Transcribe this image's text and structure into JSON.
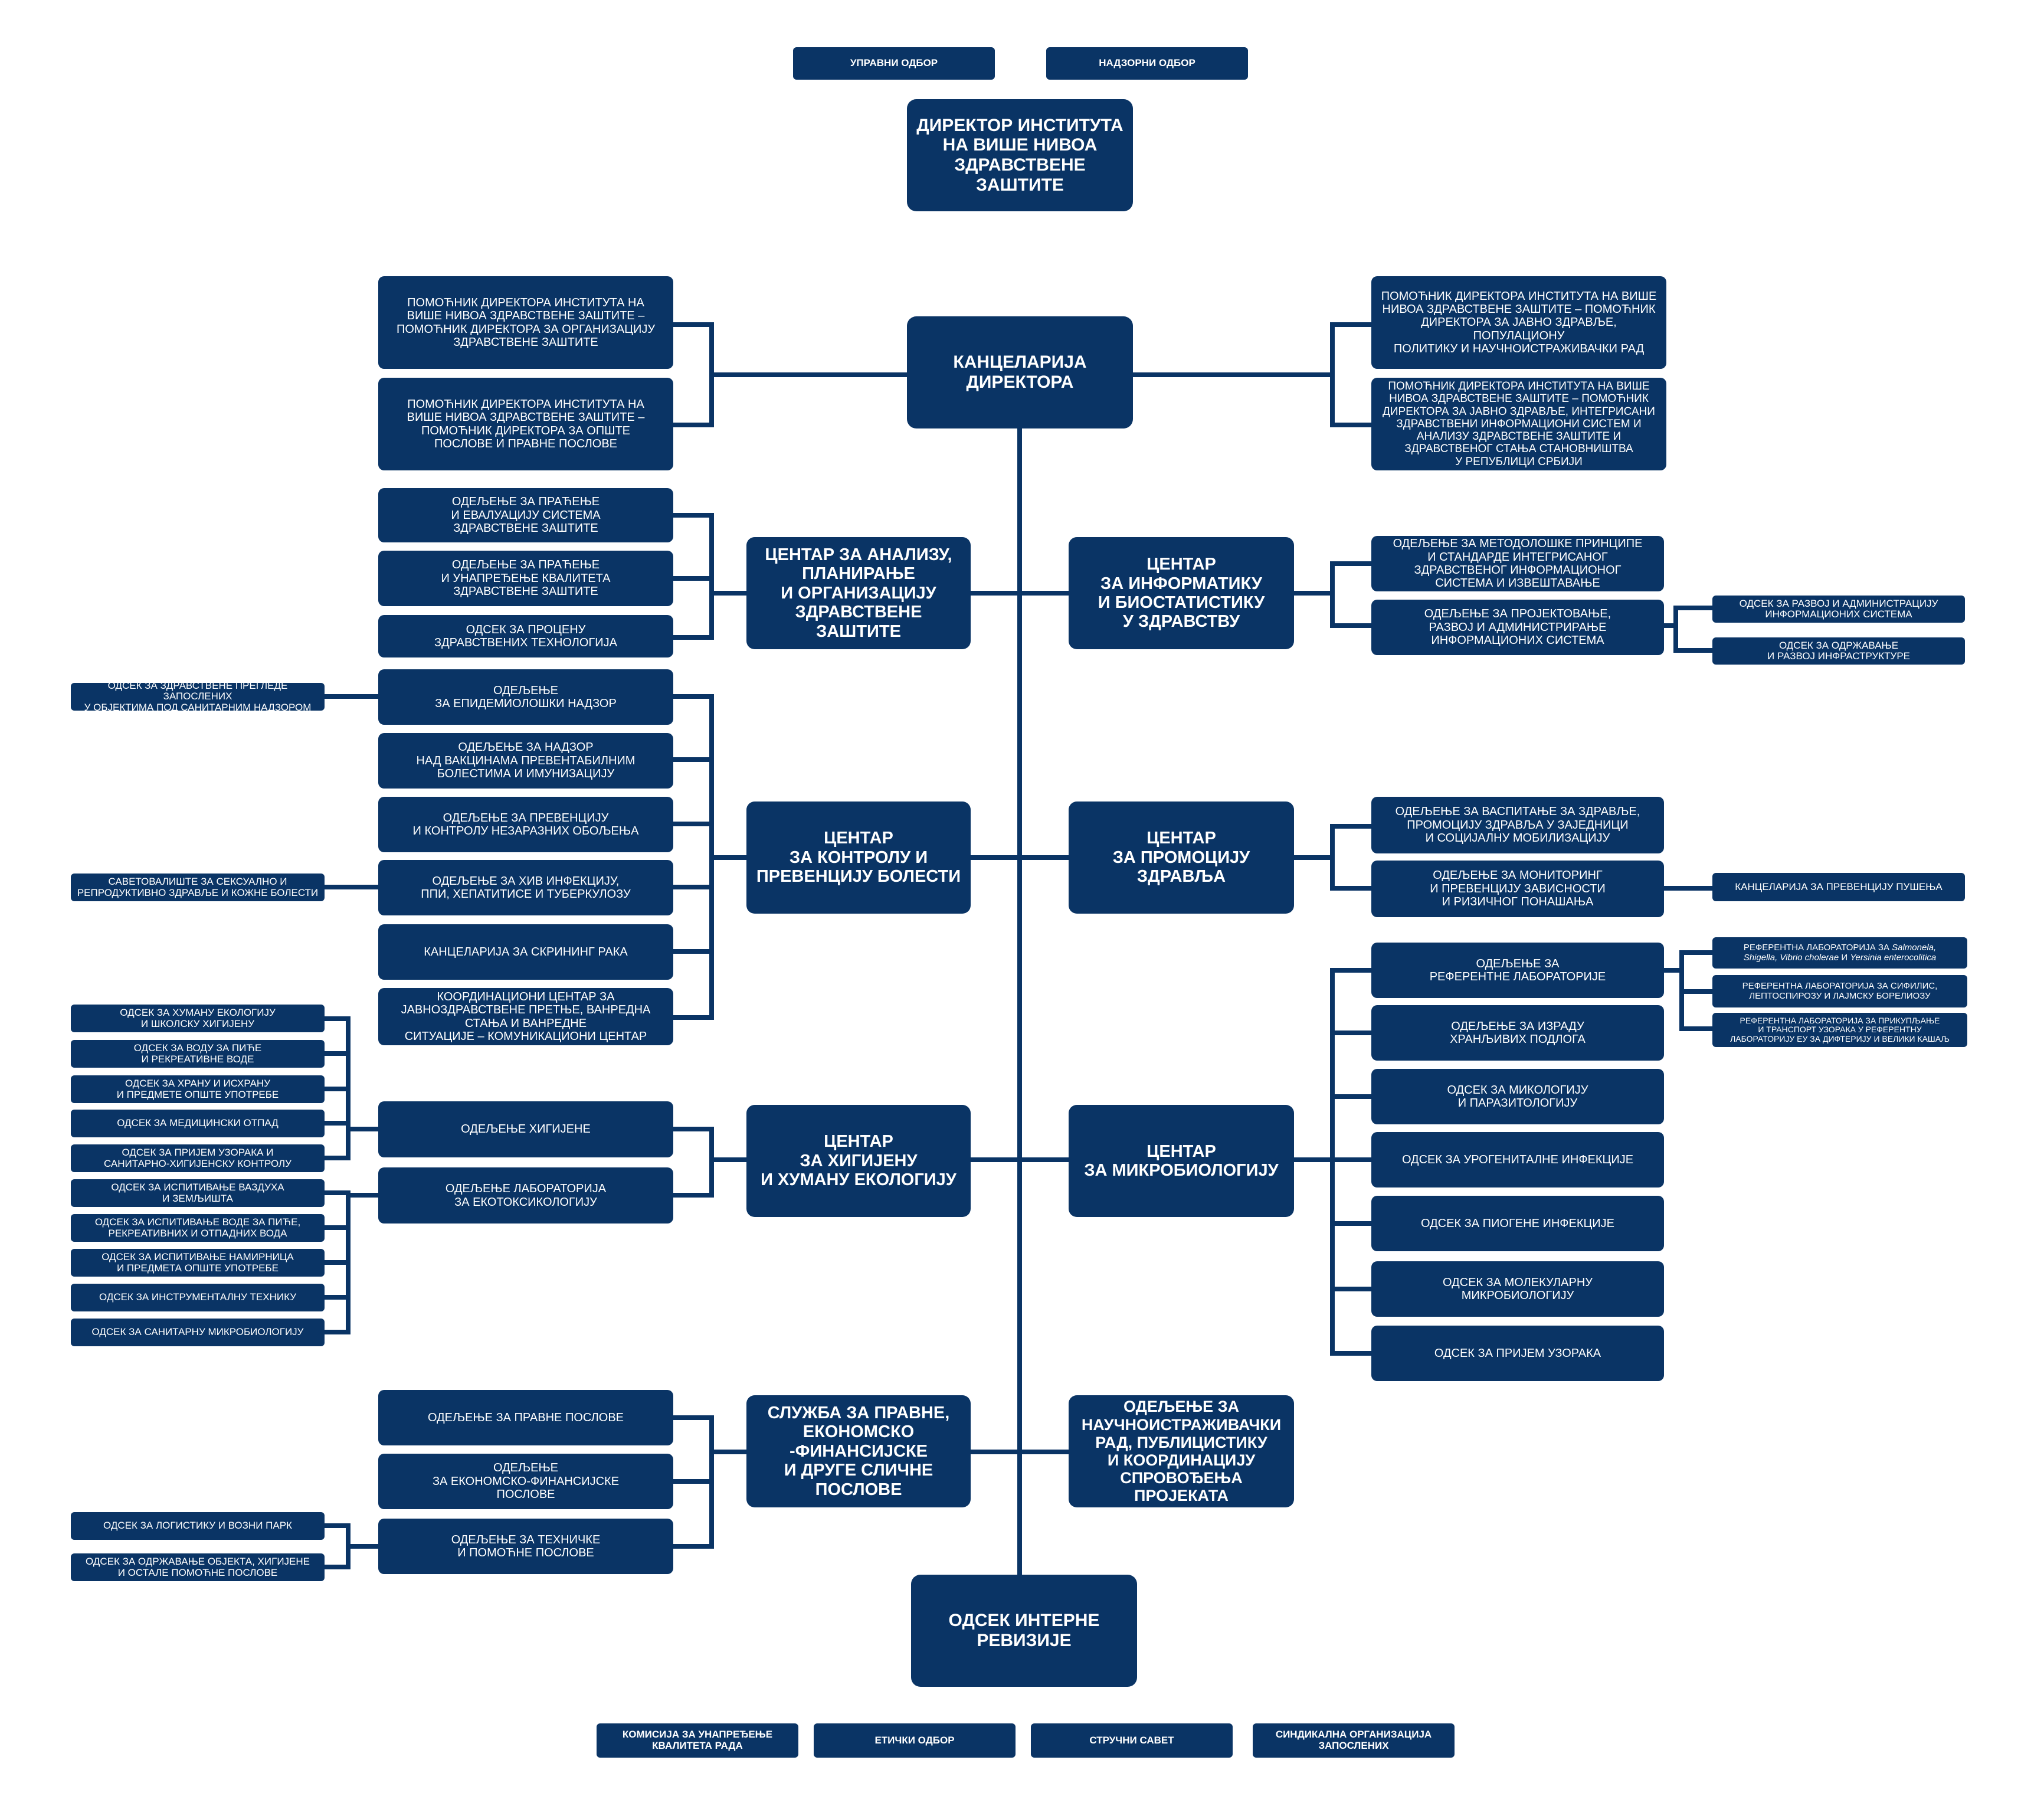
{
  "colors": {
    "box": "#0a3465",
    "text": "#ffffff",
    "line": "#0a3465",
    "background": "#ffffff"
  },
  "top": {
    "board_management": "УПРАВНИ ОДБОР",
    "board_supervisory": "НАДЗОРНИ ОДБОР",
    "director": "ДИРЕКТОР ИНСТИТУТА\nНА ВИШЕ НИВОА\nЗДРАВСТВЕНЕ\nЗАШТИТЕ"
  },
  "office": {
    "title": "КАНЦЕЛАРИЈА\nДИРЕКТОРА",
    "left": [
      "ПОМОЋНИК ДИРЕКТОРА ИНСТИТУТА НА\nВИШЕ НИВОА ЗДРАВСТВЕНЕ ЗАШТИТЕ –\nПОМОЋНИК ДИРЕКТОРА ЗА ОРГАНИЗАЦИЈУ\nЗДРАВСТВЕНЕ ЗАШТИТЕ",
      "ПОМОЋНИК ДИРЕКТОРА ИНСТИТУТА НА\nВИШЕ НИВОА ЗДРАВСТВЕНЕ ЗАШТИТЕ –\nПОМОЋНИК ДИРЕКТОРА ЗА ОПШТЕ\nПОСЛОВЕ И ПРАВНЕ ПОСЛОВЕ"
    ],
    "right": [
      "ПОМОЋНИК ДИРЕКТОРА ИНСТИТУТА НА ВИШЕ\nНИВОА ЗДРАВСТВЕНЕ ЗАШТИТЕ – ПОМОЋНИК\nДИРЕКТОРА ЗА ЈАВНО ЗДРАВЉЕ, ПОПУЛАЦИОНУ\nПОЛИТИКУ И НАУЧНОИСТРАЖИВАЧКИ РАД",
      "ПОМОЋНИК ДИРЕКТОРА ИНСТИТУТА НА ВИШЕ\nНИВОА ЗДРАВСТВЕНЕ ЗАШТИТЕ – ПОМОЋНИК\nДИРЕКТОРА ЗА ЈАВНО ЗДРАВЉЕ, ИНТЕГРИСАНИ\nЗДРАВСТВЕНИ ИНФОРМАЦИОНИ СИСТЕМ И\nАНАЛИЗУ ЗДРАВСТВЕНЕ ЗАШТИТЕ И\nЗДРАВСТВЕНОГ СТАЊА СТАНОВНИШТВА\nУ РЕПУБЛИЦИ СРБИЈИ"
    ]
  },
  "analysis": {
    "title": "ЦЕНТАР ЗА АНАЛИЗУ,\nПЛАНИРАЊЕ\nИ ОРГАНИЗАЦИЈУ\nЗДРАВСТВЕНЕ ЗАШТИТЕ",
    "units": [
      "ОДЕЉЕЊЕ ЗА ПРАЋЕЊЕ\nИ ЕВАЛУАЦИЈУ СИСТЕМА\nЗДРАВСТВЕНЕ ЗАШТИТЕ",
      "ОДЕЉЕЊЕ ЗА ПРАЋЕЊЕ\nИ УНАПРЕЂЕЊЕ КВАЛИТЕТА\nЗДРАВСТВЕНЕ ЗАШТИТЕ",
      "ОДСЕК ЗА ПРОЦЕНУ\nЗДРАВСТВЕНИХ ТЕХНОЛОГИЈА"
    ]
  },
  "informatics": {
    "title": "ЦЕНТАР\nЗА ИНФОРМАТИКУ\nИ БИОСТАТИСТИКУ\nУ ЗДРАВСТВУ",
    "units": [
      "ОДЕЉЕЊЕ ЗА МЕТОДОЛОШКЕ ПРИНЦИПЕ\nИ СТАНДАРДЕ ИНТЕГРИСАНОГ\nЗДРАВСТВЕНОГ ИНФОРМАЦИОНОГ\nСИСТЕМА И ИЗВЕШТАВАЊЕ",
      "ОДЕЉЕЊЕ ЗА ПРОЈЕКТОВАЊЕ,\nРАЗВОЈ И АДМИНИСТРИРАЊЕ\nИНФОРМАЦИОНИХ СИСТЕМА"
    ],
    "sub": [
      "ОДСЕК ЗА РАЗВОЈ И АДМИНИСТРАЦИЈУ\nИНФОРМАЦИОНИХ СИСТЕМА",
      "ОДСЕК ЗА ОДРЖАВАЊЕ\nИ РАЗВОЈ ИНФРАСТРУКТУРЕ"
    ]
  },
  "disease": {
    "title": "ЦЕНТАР\nЗА КОНТРОЛУ И\nПРЕВЕНЦИЈУ БОЛЕСТИ",
    "units": [
      "ОДЕЉЕЊЕ\nЗА ЕПИДЕМИОЛОШКИ НАДЗОР",
      "ОДЕЉЕЊЕ ЗА НАДЗОР\nНАД ВАКЦИНАМА ПРЕВЕНТАБИЛНИМ\nБОЛЕСТИМА И ИМУНИЗАЦИЈУ",
      "ОДЕЉЕЊЕ ЗА ПРЕВЕНЦИЈУ\nИ КОНТРОЛУ НЕЗАРАЗНИХ ОБОЉЕЊА",
      "ОДЕЉЕЊЕ ЗА ХИВ ИНФЕКЦИЈУ,\nППИ, ХЕПАТИТИСЕ И ТУБЕРКУЛОЗУ",
      "КАНЦЕЛАРИЈА ЗА СКРИНИНГ РАКА",
      "КООРДИНАЦИОНИ ЦЕНТАР ЗА\nЈАВНОЗДРАВСТВЕНЕ ПРЕТЊЕ, ВАНРЕДНА\nСТАЊА И ВАНРЕДНЕ\nСИТУАЦИЈЕ – КОМУНИКАЦИОНИ ЦЕНТАР"
    ],
    "sub_epi": "ОДСЕК ЗА ЗДРАВСТВЕНЕ ПРЕГЛЕДЕ ЗАПОСЛЕНИХ\nУ ОБЈЕКТИМА ПОД САНИТАРНИМ НАДЗОРОМ",
    "sub_hiv": "САВЕТОВАЛИШТЕ ЗА СЕКСУАЛНО И\nРЕПРОДУКТИВНО ЗДРАВЉЕ И КОЖНЕ БОЛЕСТИ"
  },
  "promotion": {
    "title": "ЦЕНТАР\nЗА ПРОМОЦИЈУ\nЗДРАВЉА",
    "units": [
      "ОДЕЉЕЊЕ ЗА ВАСПИТАЊЕ ЗА ЗДРАВЉЕ,\nПРОМОЦИЈУ ЗДРАВЉА У ЗАЈЕДНИЦИ\nИ СОЦИЈАЛНУ МОБИЛИЗАЦИЈУ",
      "ОДЕЉЕЊЕ ЗА МОНИТОРИНГ\nИ ПРЕВЕНЦИЈУ ЗАВИСНОСТИ\nИ РИЗИЧНОГ ПОНАШАЊА"
    ],
    "sub": "КАНЦЕЛАРИЈА ЗА ПРЕВЕНЦИЈУ ПУШЕЊА"
  },
  "hygiene": {
    "title": "ЦЕНТАР\nЗА ХИГИЈЕНУ\nИ ХУМАНУ ЕКОЛОГИЈУ",
    "units": [
      "ОДЕЉЕЊЕ ХИГИЈЕНЕ",
      "ОДЕЉЕЊЕ ЛАБОРАТОРИЈА\nЗА ЕКОТОКСИКОЛОГИЈУ"
    ],
    "sub_hygiene": [
      "ОДСЕК ЗА ХУМАНУ ЕКОЛОГИЈУ\nИ ШКОЛСКУ ХИГИЈЕНУ",
      "ОДСЕК ЗА ВОДУ ЗА ПИЋЕ\nИ РЕКРЕАТИВНЕ ВОДЕ",
      "ОДСЕК ЗА ХРАНУ И ИСХРАНУ\nИ ПРЕДМЕТЕ ОПШТЕ УПОТРЕБЕ",
      "ОДСЕК ЗА МЕДИЦИНСКИ ОТПАД",
      "ОДСЕК ЗА ПРИЈЕМ УЗОРАКА И\nСАНИТАРНО-ХИГИЈЕНСКУ КОНТРОЛУ"
    ],
    "sub_lab": [
      "ОДСЕК ЗА ИСПИТИВАЊЕ ВАЗДУХА\nИ ЗЕМЉИШТА",
      "ОДСЕК ЗА ИСПИТИВАЊЕ ВОДЕ ЗА ПИЋЕ,\nРЕКРЕАТИВНИХ И ОТПАДНИХ ВОДА",
      "ОДСЕК ЗА ИСПИТИВАЊЕ НАМИРНИЦА\nИ ПРЕДМЕТА ОПШТЕ УПОТРЕБЕ",
      "ОДСЕК ЗА ИНСТРУМЕНТАЛНУ ТЕХНИКУ",
      "ОДСЕК ЗА САНИТАРНУ МИКРОБИОЛОГИЈУ"
    ]
  },
  "microbiology": {
    "title": "ЦЕНТАР\nЗА МИКРОБИОЛОГИЈУ",
    "units": [
      "ОДЕЉЕЊЕ ЗА\nРЕФЕРЕНТНЕ ЛАБОРАТОРИЈЕ",
      "ОДЕЉЕЊЕ ЗА ИЗРАДУ\nХРАНЉИВИХ ПОДЛОГА",
      "ОДСЕК ЗА МИКОЛОГИЈУ\nИ ПАРАЗИТОЛОГИЈУ",
      "ОДСЕК ЗА УРОГЕНИТАЛНЕ ИНФЕКЦИЈЕ",
      "ОДСЕК ЗА ПИОГЕНЕ ИНФЕКЦИЈЕ",
      "ОДСЕК ЗА МОЛЕКУЛАРНУ\nМИКРОБИОЛОГИЈУ",
      "ОДСЕК ЗА ПРИЈЕМ УЗОРАКА"
    ],
    "ref1_prefix": "РЕФЕРЕНТНА ЛАБОРАТОРИЈА ЗА ",
    "ref1_org1": "Salmonela,",
    "ref1_org2": "Shigella, Vibrio cholerae",
    "ref1_and": " и ",
    "ref1_org3": "Yersinia enterocolitica",
    "ref2": "РЕФЕРЕНТНА ЛАБОРАТОРИЈА ЗА СИФИЛИС,\nЛЕПТОСПИРОЗУ И ЛАЈМСКУ БОРЕЛИОЗУ",
    "ref3": "РЕФЕРЕНТНА ЛАБОРАТОРИЈА ЗА ПРИКУПЉАЊЕ\nИ ТРАНСПОРТ УЗОРАКА У РЕФЕРЕНТНУ\nЛАБОРАТОРИЈУ ЕУ ЗА ДИФТЕРИЈУ И ВЕЛИКИ КАШАЉ"
  },
  "legal": {
    "title": "СЛУЖБА ЗА ПРАВНЕ,\nЕКОНОМСКО\n-ФИНАНСИЈСКЕ\nИ ДРУГЕ СЛИЧНЕ\nПОСЛОВЕ",
    "units": [
      "ОДЕЉЕЊЕ ЗА ПРАВНЕ ПОСЛОВЕ",
      "ОДЕЉЕЊЕ\nЗА ЕКОНОМСКО-ФИНАНСИЈСКЕ\nПОСЛОВЕ",
      "ОДЕЉЕЊЕ ЗА ТЕХНИЧКЕ\nИ ПОМОЋНЕ ПОСЛОВЕ"
    ],
    "sub": [
      "ОДСЕК ЗА ЛОГИСТИКУ И ВОЗНИ ПАРК",
      "ОДСЕК ЗА ОДРЖАВАЊЕ ОБЈЕКТА, ХИГИЈЕНЕ\nИ ОСТАЛЕ ПОМОЋНЕ ПОСЛОВЕ"
    ]
  },
  "research": {
    "title": "ОДЕЉЕЊЕ ЗА\nНАУЧНОИСТРАЖИВАЧКИ\nРАД, ПУБЛИЦИСТИКУ\nИ КООРДИНАЦИЈУ\nСПРОВОЂЕЊА ПРОЈЕКАТА"
  },
  "audit": {
    "title": "ОДСЕК ИНТЕРНЕ\nРЕВИЗИЈЕ"
  },
  "bottom": {
    "quality": "КОМИСИЈА ЗА УНАПРЕЂЕЊЕ\nКВАЛИТЕТА РАДА",
    "ethics": "ЕТИЧКИ ОДБОР",
    "expert": "СТРУЧНИ САВЕТ",
    "union": "СИНДИКАЛНА ОРГАНИЗАЦИЈА\nЗАПОСЛЕНИХ"
  }
}
